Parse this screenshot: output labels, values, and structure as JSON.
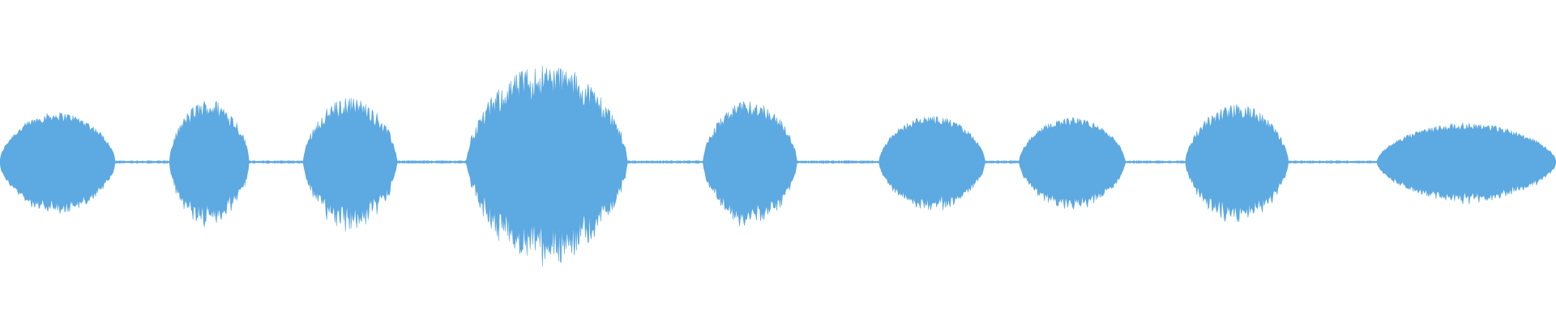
{
  "waveform": {
    "color": "#5da9e1",
    "baseline_color": "#8ec3ea",
    "sample_count": 1920,
    "segments": [
      {
        "name": "burst-1",
        "start": 0.0,
        "end": 0.074,
        "peak": 0.56,
        "jag": 0.1
      },
      {
        "name": "burst-2",
        "start": 0.109,
        "end": 0.16,
        "peak": 0.66,
        "jag": 0.18
      },
      {
        "name": "burst-3",
        "start": 0.195,
        "end": 0.255,
        "peak": 0.68,
        "jag": 0.18
      },
      {
        "name": "burst-4",
        "start": 0.3,
        "end": 0.403,
        "peak": 1.0,
        "jag": 0.22
      },
      {
        "name": "burst-5",
        "start": 0.452,
        "end": 0.512,
        "peak": 0.66,
        "jag": 0.15
      },
      {
        "name": "burst-6",
        "start": 0.565,
        "end": 0.633,
        "peak": 0.52,
        "jag": 0.1
      },
      {
        "name": "burst-7",
        "start": 0.655,
        "end": 0.723,
        "peak": 0.5,
        "jag": 0.1
      },
      {
        "name": "burst-8",
        "start": 0.762,
        "end": 0.828,
        "peak": 0.62,
        "jag": 0.15
      },
      {
        "name": "burst-9",
        "start": 0.885,
        "end": 1.0,
        "peak": 0.44,
        "jag": 0.1
      }
    ]
  }
}
